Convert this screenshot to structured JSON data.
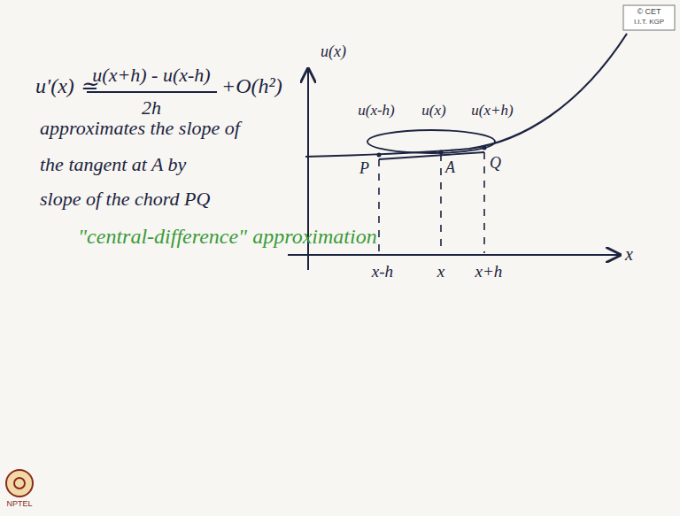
{
  "diagram": {
    "labels": [
      "u'(x) ≃",
      "u(x+h) - u(x-h)",
      "2h",
      "+O(h²)",
      "approximates the slope of",
      "the tangent at A by",
      "slope of the chord PQ",
      "\"central-difference\" approximation",
      "u(x)",
      "x",
      "u(x-h)",
      "u(x)",
      "u(x+h)",
      "P",
      "A",
      "Q",
      "x-h",
      "x",
      "x+h",
      "© CET",
      "I.I.T. KGP",
      "NPTEL"
    ]
  }
}
